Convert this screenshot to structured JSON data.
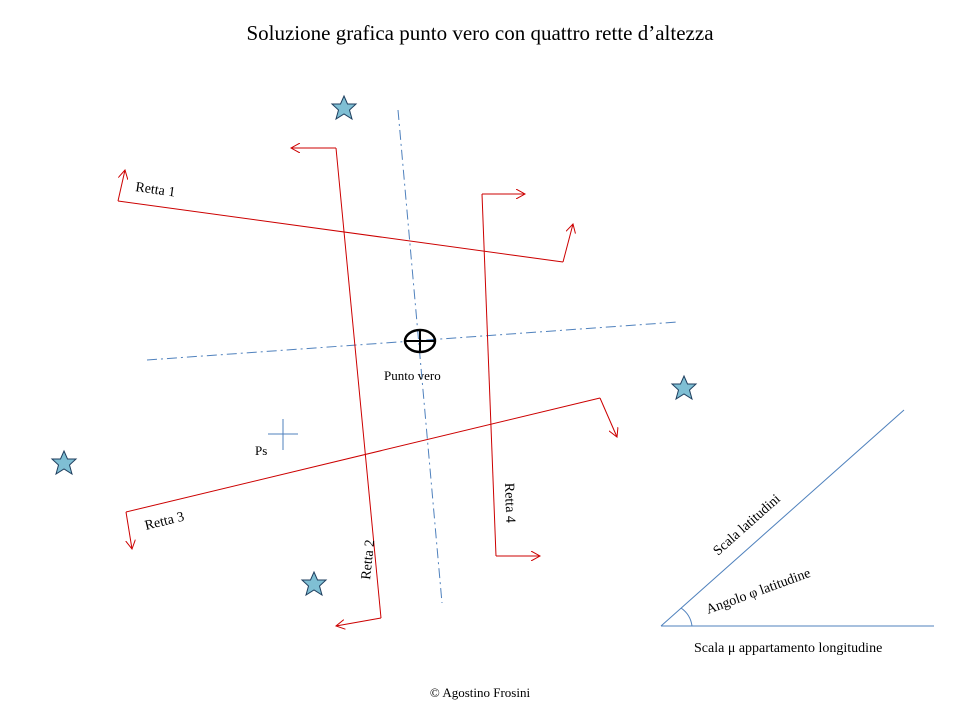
{
  "title": "Soluzione grafica punto vero con quattro rette d’altezza",
  "lines": {
    "retta1": "Retta 1",
    "retta2": "Retta 2",
    "retta3": "Retta 3",
    "retta4": "Retta 4"
  },
  "points": {
    "true_position": "Punto vero",
    "estimated_position": "Ps"
  },
  "scale": {
    "latitude_scale": "Scala latitudini",
    "latitude_angle": "Angolo φ latitudine",
    "longitude_scale": "Scala μ appartamento longitudine"
  },
  "credit": "© Agostino Frosini",
  "colors": {
    "position_line": "#cc0000",
    "guide_line": "#4f81bd",
    "star_fill": "#7fbfd4"
  }
}
